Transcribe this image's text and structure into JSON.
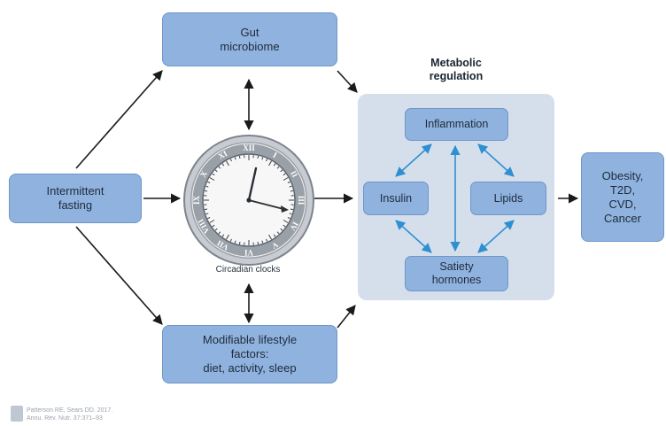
{
  "boxes": {
    "gut": "Gut\nmicrobiome",
    "fasting": "Intermittent\nfasting",
    "lifestyle": "Modifiable lifestyle\nfactors:\ndiet, activity, sleep",
    "outcomes": "Obesity,\nT2D,\nCVD,\nCancer"
  },
  "metabolic": {
    "title": "Metabolic\nregulation",
    "inflammation": "Inflammation",
    "insulin": "Insulin",
    "lipids": "Lipids",
    "satiety": "Satiety\nhormones"
  },
  "clock": {
    "caption": "Circadian clocks",
    "numerals": [
      "XII",
      "I",
      "II",
      "III",
      "IV",
      "V",
      "VI",
      "VII",
      "VIII",
      "IX",
      "X",
      "XI"
    ]
  },
  "credit": {
    "line1": "Patterson RE, Sears DD. 2017.",
    "line2": "Annu. Rev. Nutr. 37:371–93"
  },
  "colors": {
    "box_fill": "#8fb2de",
    "box_border": "#6f97c9",
    "panel_fill": "#d5dfec",
    "arrow_black": "#1a1a1a",
    "arrow_blue": "#2f8fd0"
  }
}
